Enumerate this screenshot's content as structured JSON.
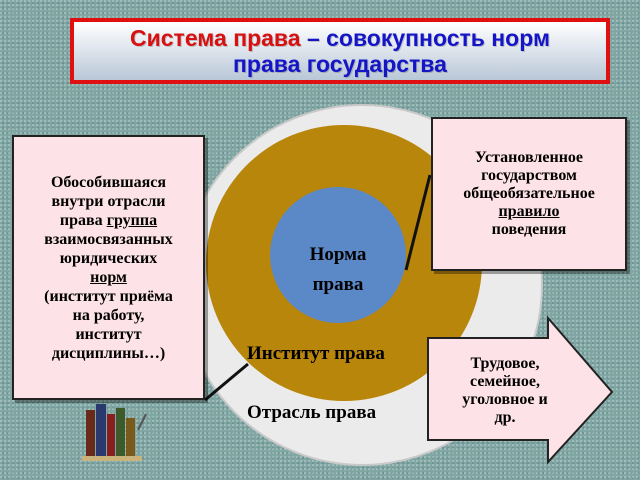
{
  "title": {
    "part_red": "Система права",
    "part_blue_1": " – совокупность норм",
    "part_blue_2": "права государства"
  },
  "left_box": {
    "line_1": "Обособившаяся",
    "line_2": "внутри отрасли",
    "line_3_a": "права ",
    "line_3_u": "группа",
    "line_4": "взаимосвязанных",
    "line_5": "юридических",
    "line_6_u": "норм",
    "line_7": "(институт приёма",
    "line_8": "на работу,",
    "line_9": "институт",
    "line_10": "дисциплины…)"
  },
  "right_box": {
    "line_1": "Установленное",
    "line_2": "государством",
    "line_3": "общеобязательное",
    "line_4_u": "правило",
    "line_5": "поведения"
  },
  "circles": {
    "inner_line_1": "Норма",
    "inner_line_2": "права",
    "middle": "Институт права",
    "outer": "Отрасль права"
  },
  "arrow": {
    "line_1": "Трудовое,",
    "line_2": "семейное,",
    "line_3": "уголовное и",
    "line_4": "др."
  },
  "colors": {
    "outer_circle": "#ebebeb",
    "middle_circle": "#b8860b",
    "inner_circle": "#5b88c6",
    "box_fill": "#fde3e7",
    "title_border": "#e01010"
  }
}
